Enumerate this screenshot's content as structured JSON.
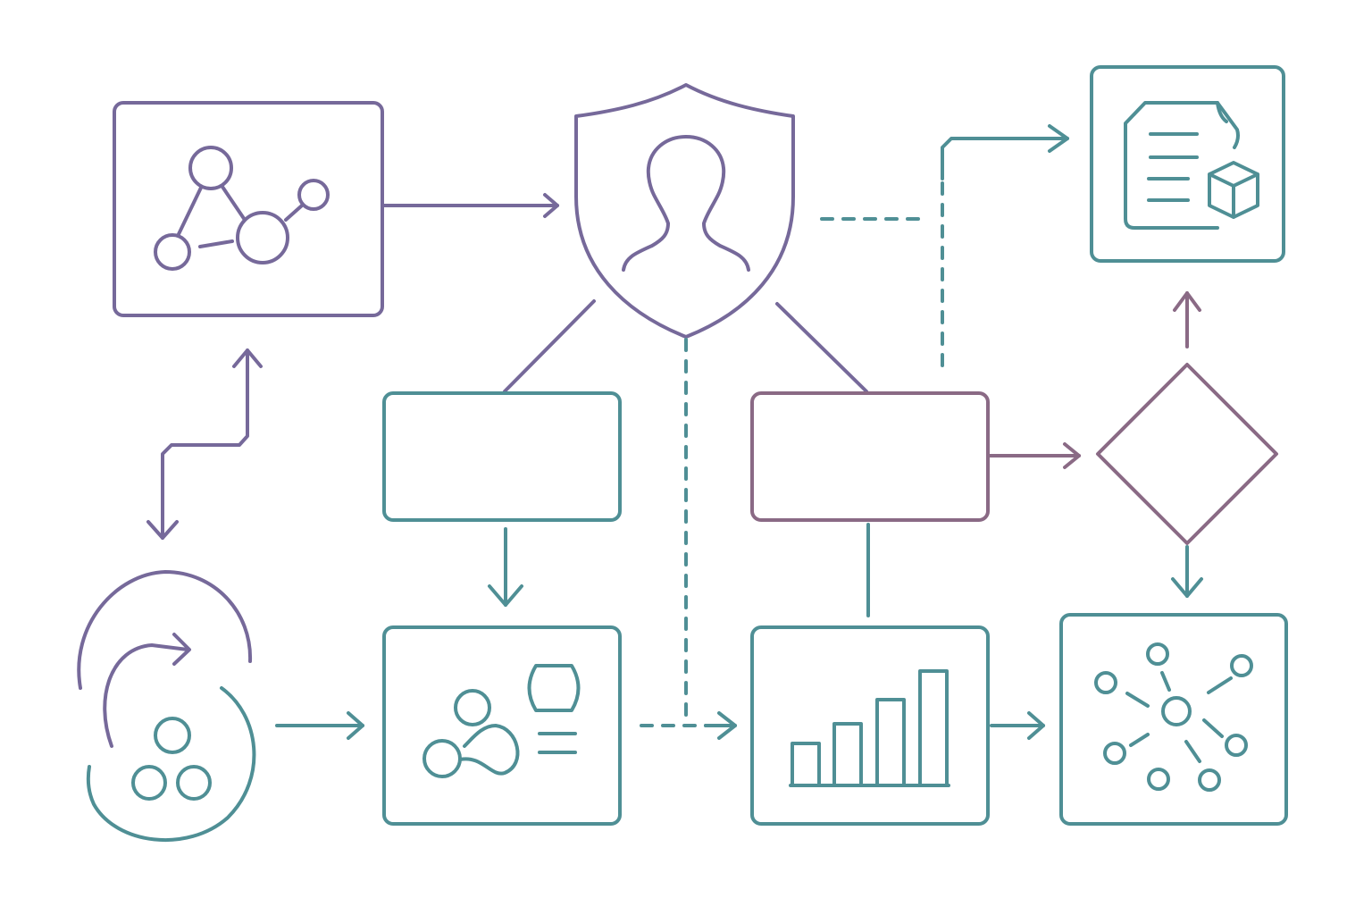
{
  "colors": {
    "purple": "#76699a",
    "teal": "#4f8f95",
    "mauve": "#8a6a85",
    "background": "#ffffff"
  },
  "nodes": [
    {
      "id": "network-graph-box",
      "icon": "network-graph-icon"
    },
    {
      "id": "security-shield",
      "icon": "user-shield-icon"
    },
    {
      "id": "document-box",
      "icon": "document-package-icon"
    },
    {
      "id": "process-box-left",
      "icon": "none"
    },
    {
      "id": "process-box-right",
      "icon": "none"
    },
    {
      "id": "decision-diamond",
      "icon": "none"
    },
    {
      "id": "cycle-group",
      "icon": "refresh-users-icon"
    },
    {
      "id": "profile-box",
      "icon": "user-profile-icon"
    },
    {
      "id": "bar-chart-box",
      "icon": "bar-chart-icon"
    },
    {
      "id": "hub-network-box",
      "icon": "hub-network-icon"
    }
  ]
}
